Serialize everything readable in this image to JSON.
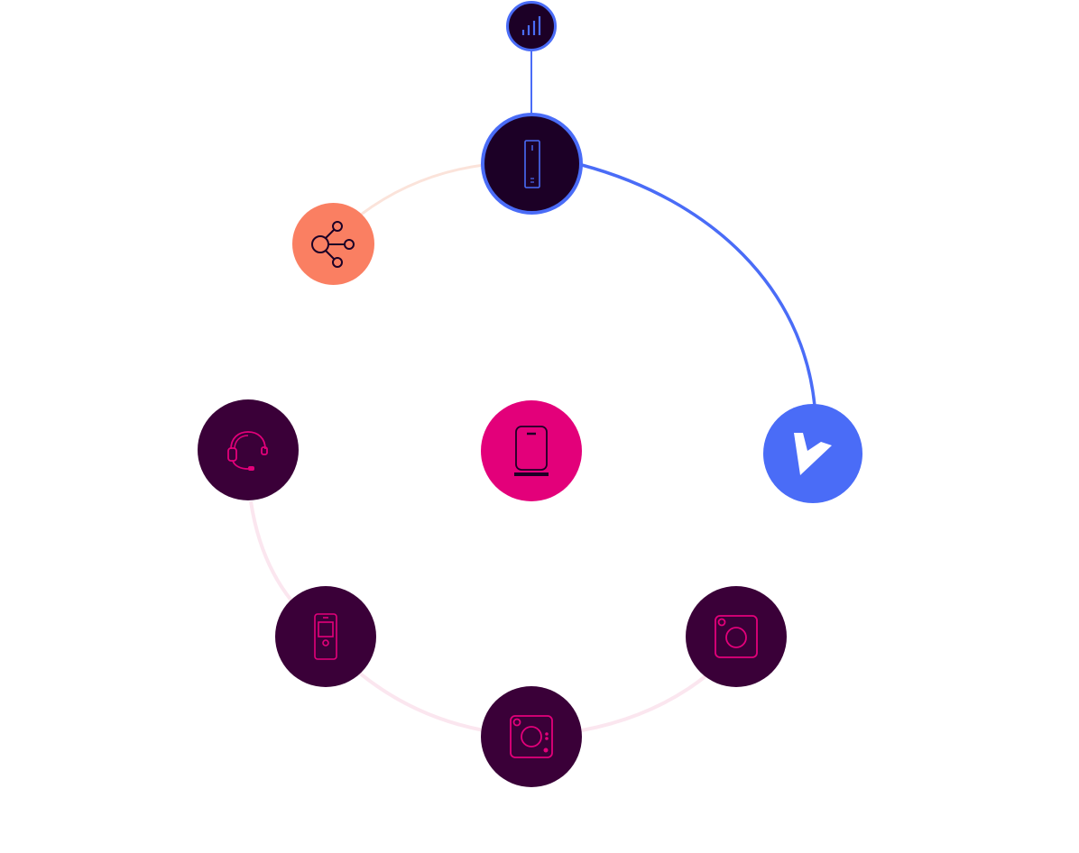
{
  "diagram": {
    "colors": {
      "dark_node": "#3a0038",
      "hub_node": "#1c0026",
      "blue": "#4a6cf7",
      "pink": "#e3007a",
      "coral": "#fa7f62",
      "ring_faint_pink": "#fbe6ef",
      "ring_faint_coral": "#fbe3da",
      "icon_magenta": "#e3007a",
      "icon_blue": "#4a6cf7",
      "background": "#ffffff"
    },
    "nodes": [
      {
        "id": "signal",
        "icon": "signal-bars-icon",
        "style": "hub-small"
      },
      {
        "id": "hub",
        "icon": "tower-device-icon",
        "style": "hub"
      },
      {
        "id": "share",
        "icon": "share-network-icon",
        "style": "coral"
      },
      {
        "id": "vonage",
        "icon": "vonage-v-logo",
        "style": "blue"
      },
      {
        "id": "center",
        "icon": "smart-speaker-icon",
        "style": "pink"
      },
      {
        "id": "support",
        "icon": "headset-icon",
        "style": "dark"
      },
      {
        "id": "phone",
        "icon": "mobile-phone-icon",
        "style": "dark"
      },
      {
        "id": "camera-bottom",
        "icon": "camera-icon",
        "style": "dark"
      },
      {
        "id": "camera-right",
        "icon": "instant-camera-icon",
        "style": "dark"
      }
    ],
    "connections": [
      {
        "from": "signal",
        "to": "hub",
        "style": "blue-line"
      },
      {
        "from": "hub",
        "to": "vonage",
        "style": "blue-arc"
      },
      {
        "from": "share",
        "to": "hub",
        "style": "faint-arc"
      },
      {
        "from": "support",
        "to": "phone",
        "style": "faint-arc"
      },
      {
        "from": "phone",
        "to": "camera-bottom",
        "style": "faint-arc"
      },
      {
        "from": "camera-bottom",
        "to": "camera-right",
        "style": "faint-arc"
      }
    ]
  }
}
